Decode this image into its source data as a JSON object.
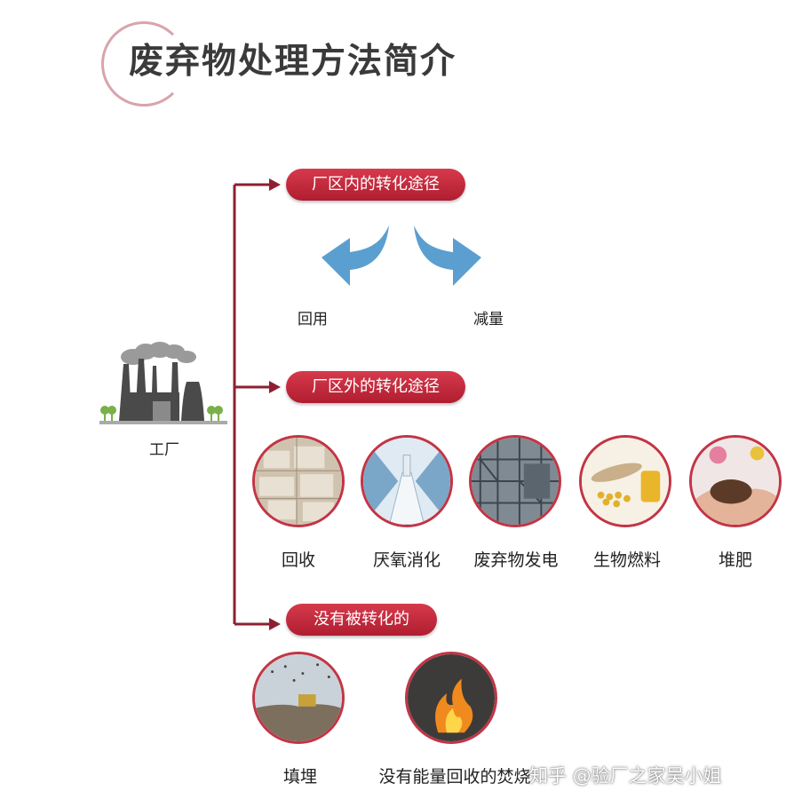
{
  "title": "废弃物处理方法简介",
  "factory": {
    "label": "工厂",
    "icon": "factory-icon"
  },
  "branches": [
    {
      "label": "厂区内的转化途径",
      "items": [
        {
          "label": "回用",
          "icon": "arrow-left-icon"
        },
        {
          "label": "减量",
          "icon": "arrow-right-icon"
        }
      ]
    },
    {
      "label": "厂区外的转化途径",
      "items": [
        {
          "label": "回收",
          "icon": "recycled-paper-icon"
        },
        {
          "label": "厌氧消化",
          "icon": "digester-icon"
        },
        {
          "label": "废弃物发电",
          "icon": "power-plant-icon"
        },
        {
          "label": "生物燃料",
          "icon": "biofuel-icon"
        },
        {
          "label": "堆肥",
          "icon": "compost-icon"
        }
      ]
    },
    {
      "label": "没有被转化的",
      "items": [
        {
          "label": "填埋",
          "icon": "landfill-icon"
        },
        {
          "label": "没有能量回收的焚烧",
          "icon": "fire-icon"
        }
      ]
    }
  ],
  "watermark": "知乎 @验厂之家吴小姐",
  "colors": {
    "accent": "#c23546",
    "arrow": "#5b9fd0",
    "connector": "#8e1f32"
  }
}
